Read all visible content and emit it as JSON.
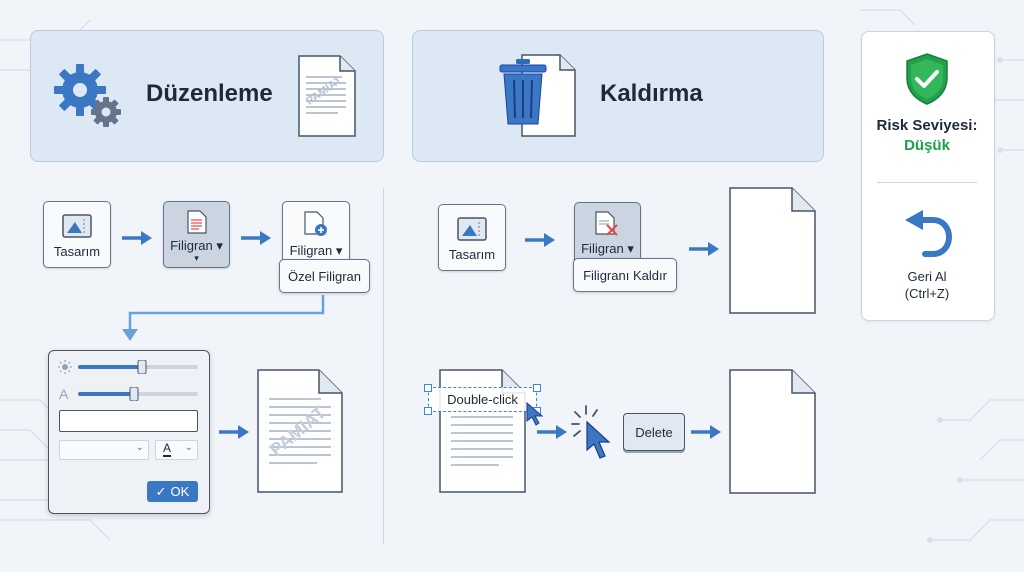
{
  "sections": {
    "editing": {
      "title": "Düzenleme",
      "doc_watermark": "PAMIAT"
    },
    "removal": {
      "title": "Kaldırma"
    }
  },
  "editing_flow": {
    "step1_label": "Tasarım",
    "step2_label": "Filigran",
    "step3_label": "Filigran",
    "step3_popup": "Özel Filigran",
    "dialog": {
      "ok_label": "OK",
      "text_prefix_glyph": "A",
      "color_picker_glyph": "A"
    },
    "result_watermark": "PAMIAT"
  },
  "removal_flow": {
    "step1_label": "Tasarım",
    "step2_label": "Filigran",
    "step2_popup": "Filigranı Kaldır",
    "double_click_label": "Double-click",
    "delete_key_label": "Delete"
  },
  "risk_panel": {
    "title": "Risk Seviyesi:",
    "level": "Düşük",
    "level_color": "#16a34a",
    "undo_label": "Geri Al",
    "undo_shortcut": "(Ctrl+Z)"
  },
  "colors": {
    "accent": "#3b78c4",
    "panel": "#dde8f5",
    "shield": "#22a04b"
  }
}
